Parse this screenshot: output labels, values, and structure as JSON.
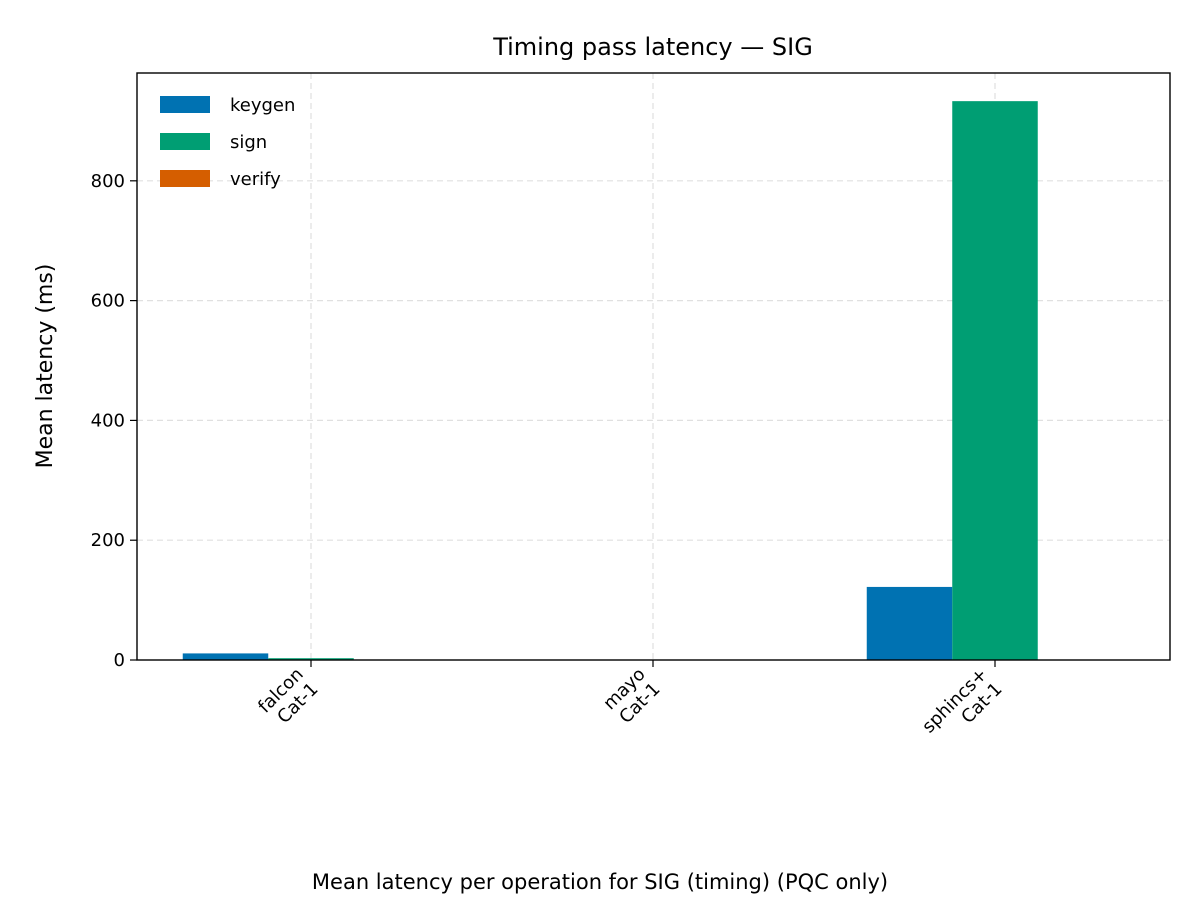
{
  "chart_data": {
    "type": "bar",
    "title": "Timing pass latency — SIG",
    "xlabel": "",
    "ylabel": "Mean latency (ms)",
    "caption": "Mean latency per operation for SIG (timing) (PQC only)",
    "categories": [
      [
        "falcon",
        "Cat-1"
      ],
      [
        "mayo",
        "Cat-1"
      ],
      [
        "sphincs+",
        "Cat-1"
      ]
    ],
    "series": [
      {
        "name": "keygen",
        "color": "#0072b2",
        "values": [
          11,
          0.5,
          122
        ]
      },
      {
        "name": "sign",
        "color": "#009e73",
        "values": [
          3,
          0.5,
          933
        ]
      },
      {
        "name": "verify",
        "color": "#d55e00",
        "values": [
          0.3,
          0.3,
          0.5
        ]
      }
    ],
    "ylim": [
      0,
      980
    ],
    "yticks": [
      0,
      200,
      400,
      600,
      800
    ],
    "grid": true,
    "legend": "top-left"
  }
}
